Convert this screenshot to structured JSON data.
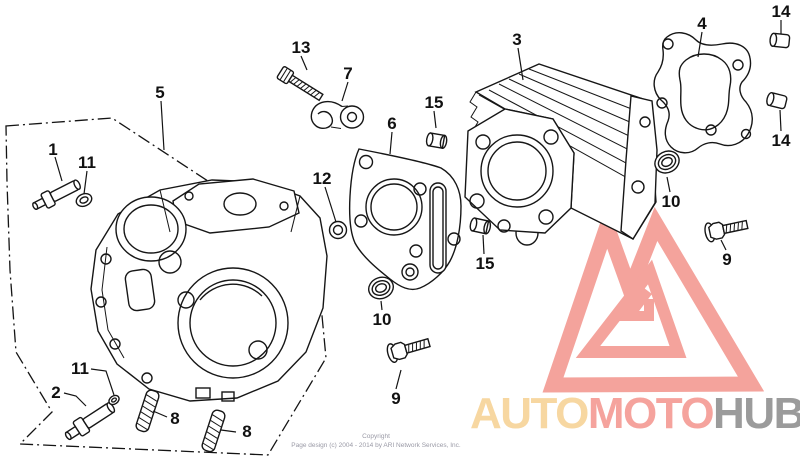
{
  "watermark": {
    "brand_auto": "AUTO",
    "brand_moto": "MOTO",
    "brand_hub": "HUB",
    "triangle_color": "#f4a39c",
    "auto_color": "#f7d7a1",
    "moto_color": "#f5a39d",
    "hub_color": "#9b9b9b"
  },
  "footer": {
    "copyright_line1": "Copyright",
    "copyright_line2": "Page design (c) 2004 - 2014 by ARI Network Services, Inc."
  },
  "callouts": [
    {
      "label": "1",
      "part": "stud-bolt-upper"
    },
    {
      "label": "11",
      "part": "o-ring-upper"
    },
    {
      "label": "5",
      "part": "cylinder-head-assembly"
    },
    {
      "label": "13",
      "part": "hex-bolt"
    },
    {
      "label": "7",
      "part": "cable-clamp"
    },
    {
      "label": "6",
      "part": "cylinder-head-gasket"
    },
    {
      "label": "12",
      "part": "o-ring-small"
    },
    {
      "label": "3",
      "part": "cylinder"
    },
    {
      "label": "15",
      "part": "dowel-pin-upper"
    },
    {
      "label": "4",
      "part": "side-cover-gasket"
    },
    {
      "label": "14",
      "part": "dowel-pin-right-top"
    },
    {
      "label": "14",
      "part": "dowel-pin-right-bottom"
    },
    {
      "label": "10",
      "part": "oil-seal-right"
    },
    {
      "label": "9",
      "part": "flange-bolt-right"
    },
    {
      "label": "15",
      "part": "dowel-pin-lower"
    },
    {
      "label": "10",
      "part": "oil-seal-left"
    },
    {
      "label": "9",
      "part": "flange-bolt-left"
    },
    {
      "label": "2",
      "part": "stud-bolt-lower"
    },
    {
      "label": "11",
      "part": "o-ring-lower"
    },
    {
      "label": "8",
      "part": "stud-a"
    },
    {
      "label": "8",
      "part": "stud-b"
    }
  ]
}
